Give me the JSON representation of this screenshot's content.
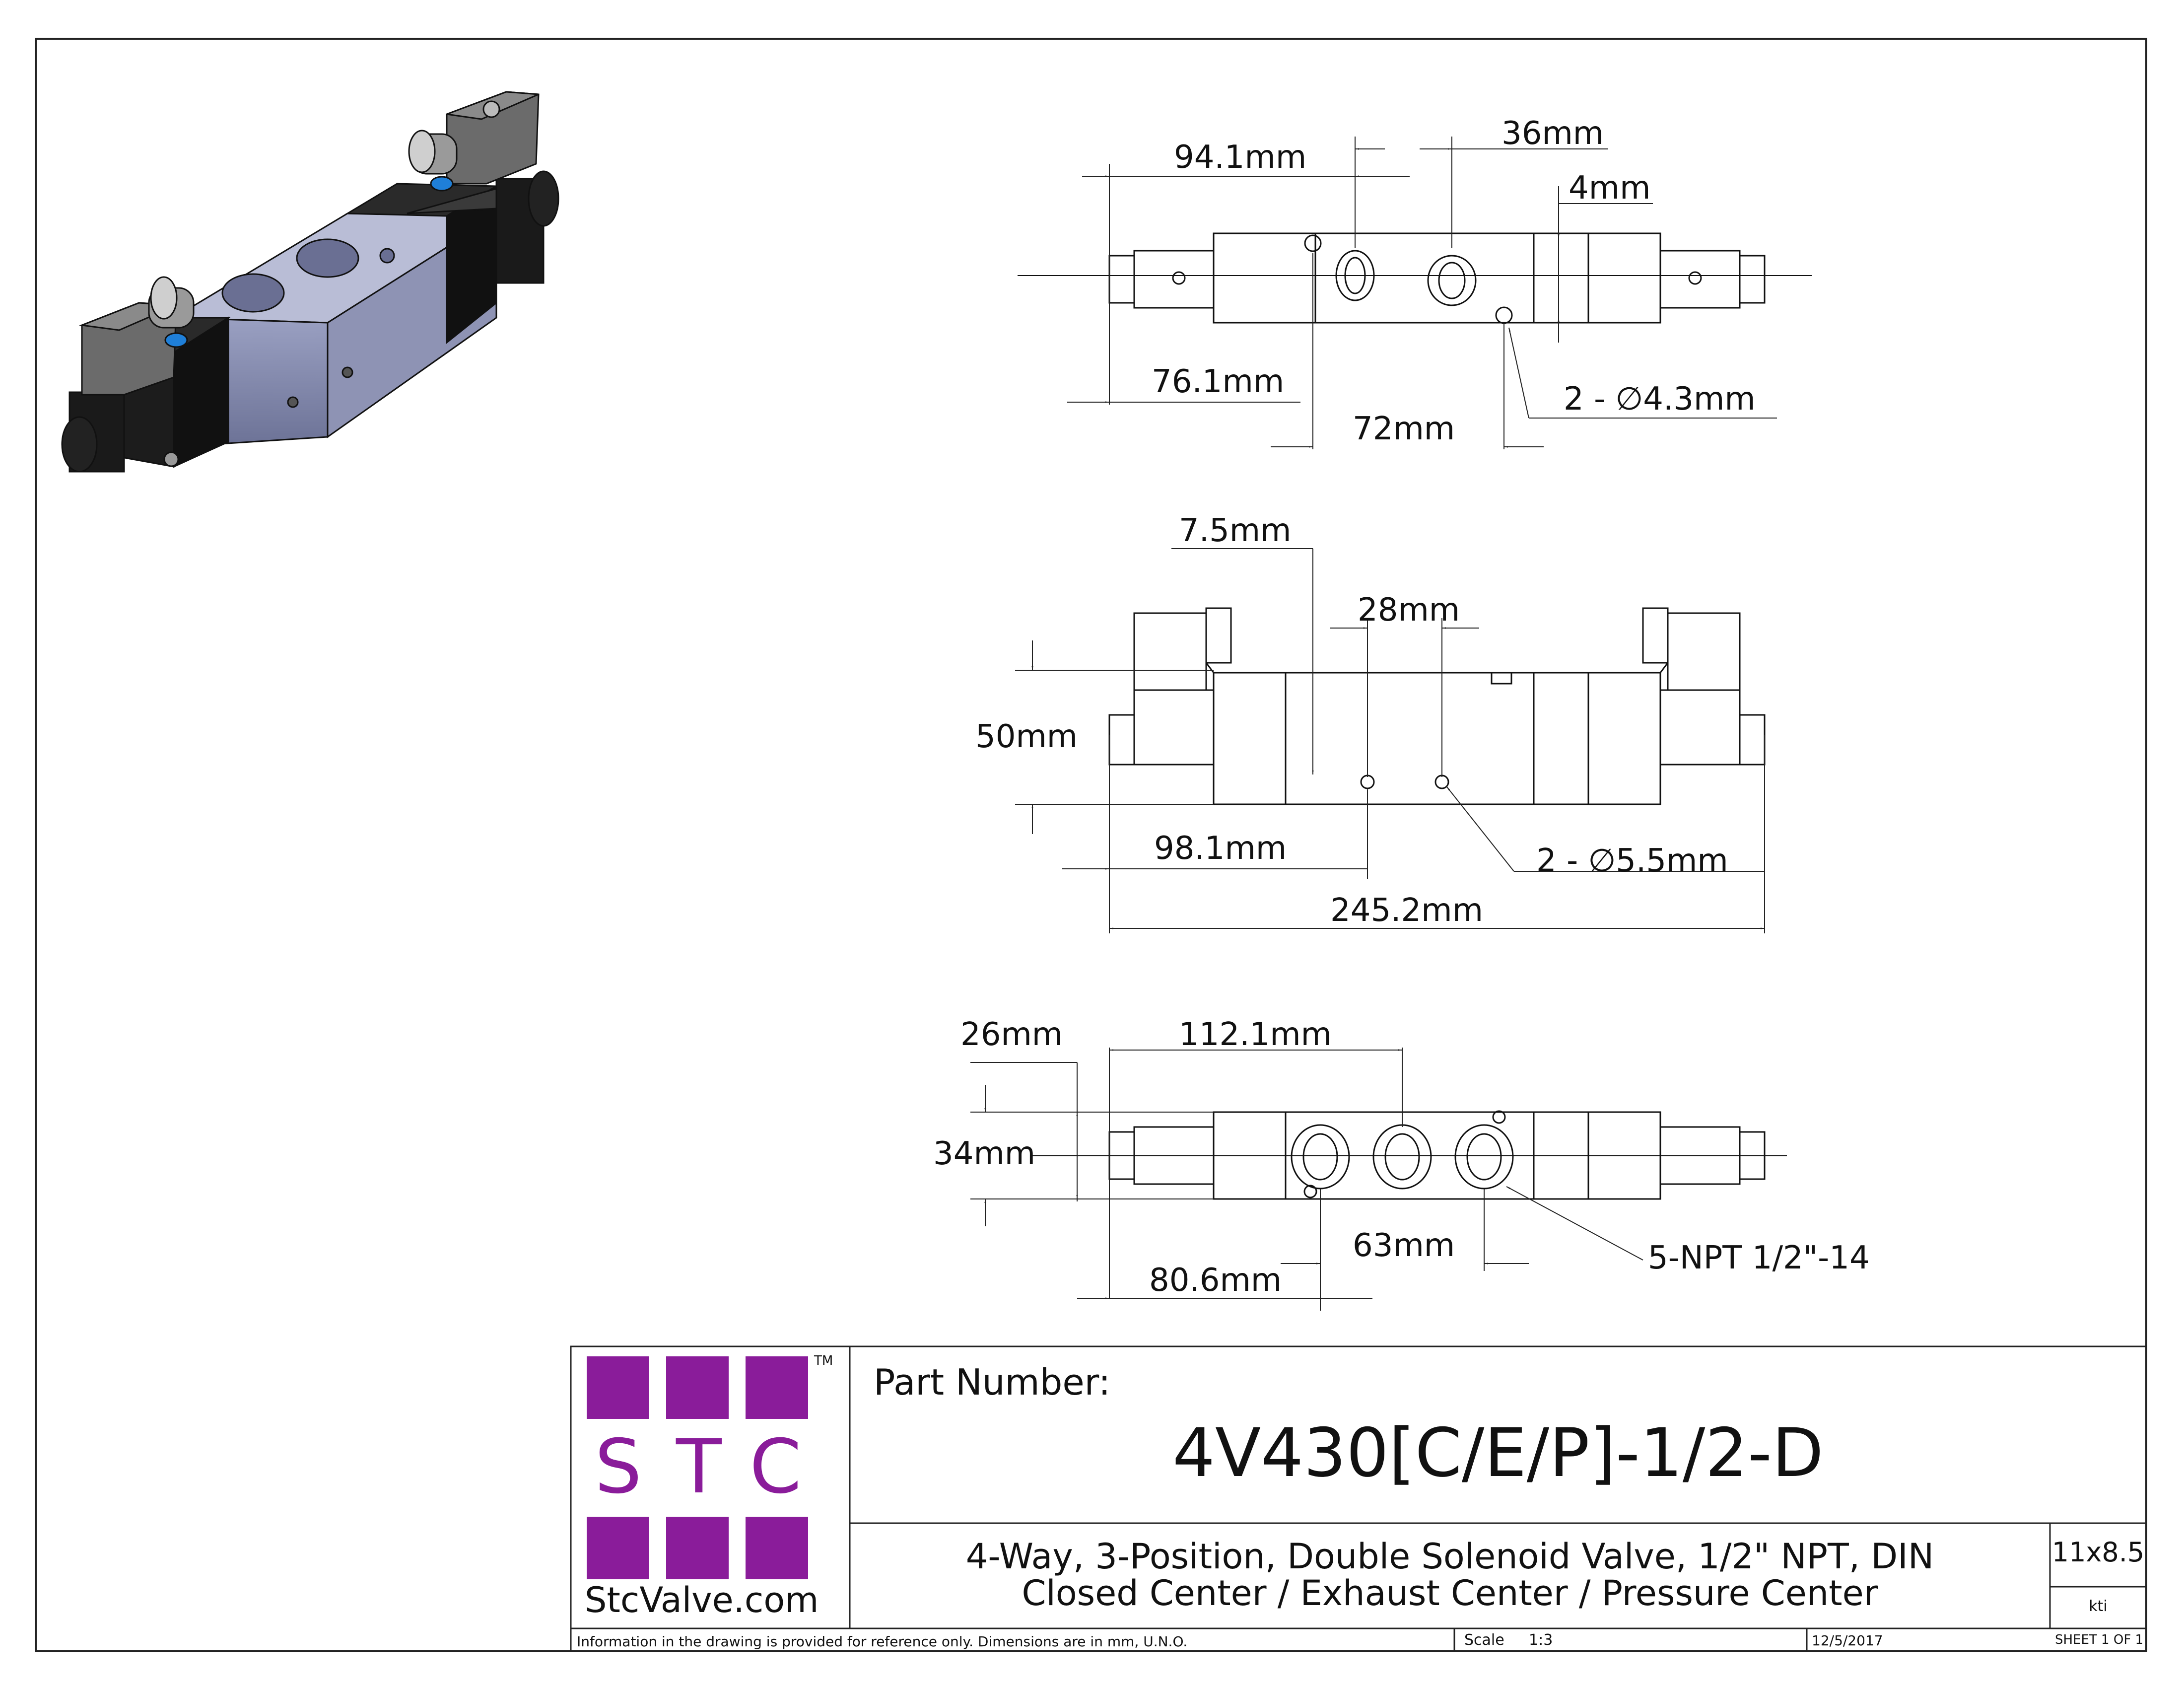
{
  "views": {
    "top": {
      "dims": [
        {
          "id": "top-width-a",
          "text": "94.1mm"
        },
        {
          "id": "top-port-spacing",
          "text": "36mm"
        },
        {
          "id": "top-small",
          "text": "4mm"
        },
        {
          "id": "top-width-b",
          "text": "76.1mm"
        },
        {
          "id": "top-holes",
          "text": "2 - ∅4.3mm"
        },
        {
          "id": "top-hole-spacing",
          "text": "72mm"
        }
      ]
    },
    "front": {
      "dims": [
        {
          "id": "front-offset",
          "text": "7.5mm"
        },
        {
          "id": "front-hole-spacing",
          "text": "28mm"
        },
        {
          "id": "front-height",
          "text": "50mm"
        },
        {
          "id": "front-hole-pos",
          "text": "98.1mm"
        },
        {
          "id": "front-holes",
          "text": "2 - ∅5.5mm"
        },
        {
          "id": "front-overall",
          "text": "245.2mm"
        }
      ]
    },
    "bottom": {
      "dims": [
        {
          "id": "bottom-offset",
          "text": "26mm"
        },
        {
          "id": "bottom-length",
          "text": "112.1mm"
        },
        {
          "id": "bottom-height",
          "text": "34mm"
        },
        {
          "id": "bottom-port-spacing",
          "text": "63mm"
        },
        {
          "id": "bottom-ports",
          "text": "5-NPT 1/2\"-14"
        },
        {
          "id": "bottom-pos",
          "text": "80.6mm"
        }
      ]
    }
  },
  "title_block": {
    "logo_letters": [
      "S",
      "T",
      "C"
    ],
    "trademark": "TM",
    "website": "StcValve.com",
    "part_number_label": "Part Number:",
    "part_number": "4V430[C/E/P]-1/2-D",
    "description_line1": "4-Way, 3-Position, Double Solenoid Valve, 1/2\" NPT, DIN",
    "description_line2": "Closed Center / Exhaust Center / Pressure Center",
    "size": "11x8.5",
    "drawn_by": "kti",
    "disclaimer": "Information in the drawing is provided for reference only. Dimensions are in mm, U.N.O.",
    "scale_label": "Scale",
    "scale_value": "1:3",
    "date": "12/5/2017",
    "sheet": "SHEET 1 OF 1",
    "brand_color": "#8a1c9a"
  }
}
